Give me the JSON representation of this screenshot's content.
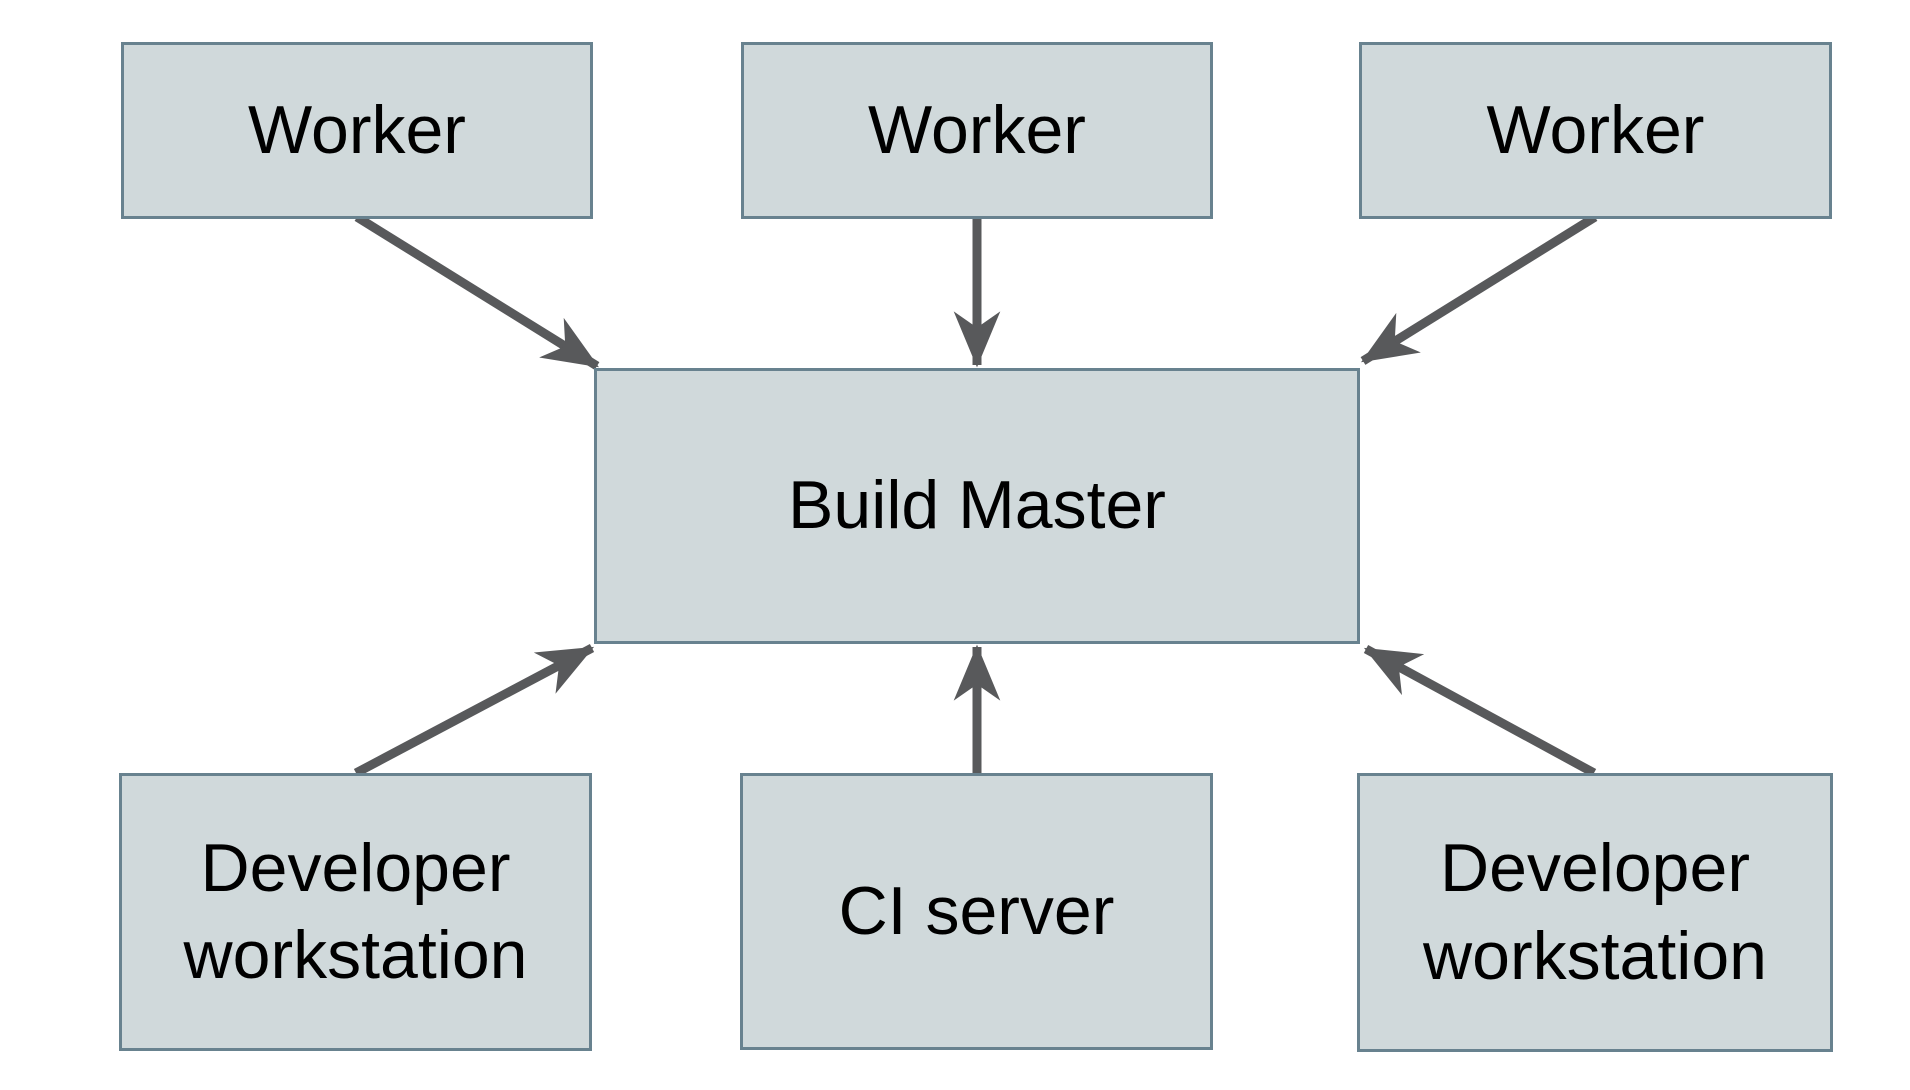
{
  "diagram": {
    "type": "architecture-diagram",
    "nodes": {
      "worker_left": {
        "label": "Worker"
      },
      "worker_center": {
        "label": "Worker"
      },
      "worker_right": {
        "label": "Worker"
      },
      "build_master": {
        "label": "Build Master"
      },
      "developer_workstation_left": {
        "label": "Developer workstation"
      },
      "ci_server": {
        "label": "CI server"
      },
      "developer_workstation_right": {
        "label": "Developer workstation"
      }
    },
    "edges": [
      {
        "from": "worker_left",
        "to": "build_master"
      },
      {
        "from": "worker_center",
        "to": "build_master"
      },
      {
        "from": "worker_right",
        "to": "build_master"
      },
      {
        "from": "developer_workstation_left",
        "to": "build_master"
      },
      {
        "from": "ci_server",
        "to": "build_master"
      },
      {
        "from": "developer_workstation_right",
        "to": "build_master"
      }
    ],
    "colors": {
      "background": "#ffffff",
      "node_fill": "#d0d9db",
      "node_border": "#68828f",
      "arrow": "#58595b",
      "text": "#000000"
    }
  }
}
